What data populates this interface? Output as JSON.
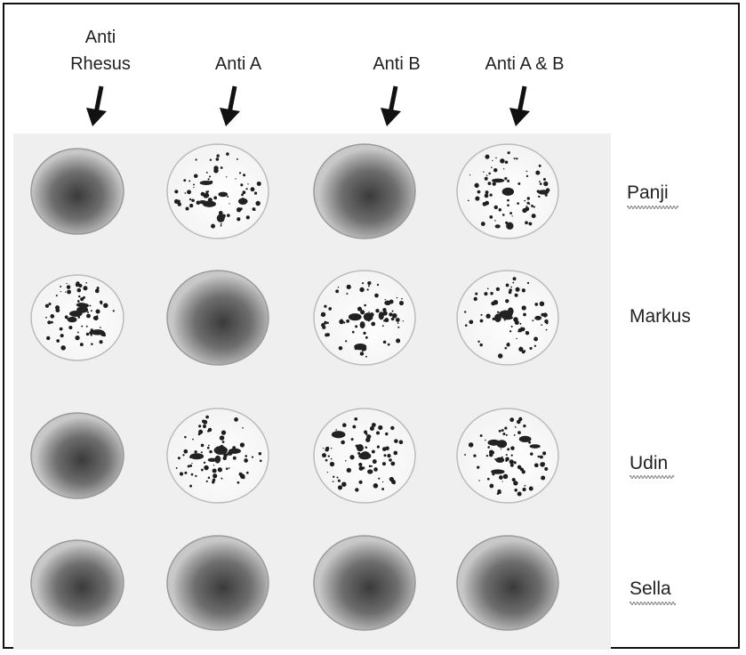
{
  "columns": [
    {
      "label": "Anti\nRhesus"
    },
    {
      "label": "Anti A"
    },
    {
      "label": "Anti B"
    },
    {
      "label": "Anti A & B"
    }
  ],
  "rows": [
    {
      "label": "Panji"
    },
    {
      "label": "Markus"
    },
    {
      "label": "Udin"
    },
    {
      "label": "Sella"
    }
  ],
  "grid": [
    [
      "homogeneous",
      "agglutinated",
      "homogeneous",
      "agglutinated"
    ],
    [
      "agglutinated",
      "homogeneous",
      "agglutinated",
      "agglutinated"
    ],
    [
      "homogeneous",
      "agglutinated",
      "agglutinated",
      "agglutinated"
    ],
    [
      "homogeneous",
      "homogeneous",
      "homogeneous",
      "homogeneous"
    ]
  ],
  "colors": {
    "frame": "#111111",
    "panel": "#efefef",
    "clumps": "#1e1e1e",
    "fill_dark": "#3a3a3a",
    "fill_light": "#c8c8c8"
  },
  "icons": {
    "arrow": "down-arrow-icon",
    "squiggle": "spellcheck-underline-icon"
  }
}
